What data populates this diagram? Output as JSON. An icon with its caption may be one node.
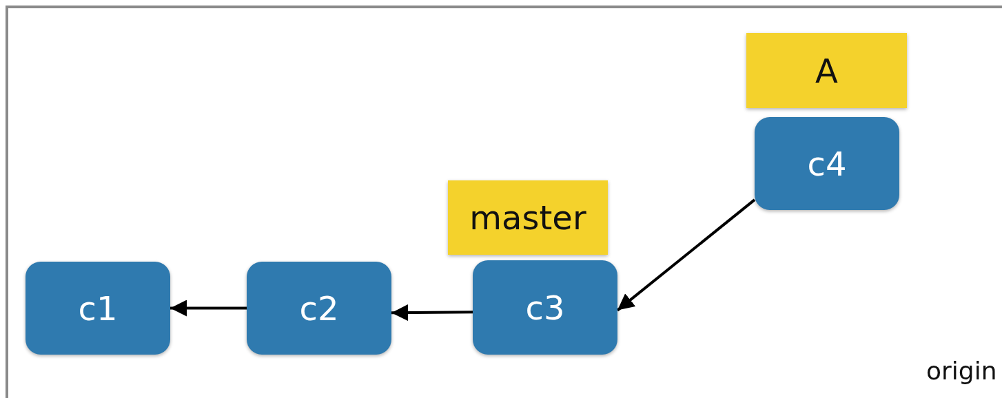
{
  "diagram": {
    "nodes": [
      {
        "text": [
          "A"
        ]
      },
      {
        "text": [
          "c4"
        ]
      },
      {
        "text": [
          "master"
        ]
      },
      {
        "text": [
          "c1"
        ]
      },
      {
        "text": [
          "c2"
        ]
      },
      {
        "text": [
          "c3"
        ]
      }
    ],
    "edges": [
      {
        "from": 4,
        "to": 3,
        "arrow": "to"
      },
      {
        "from": 5,
        "to": 4,
        "arrow": "to"
      },
      {
        "from": 1,
        "to": 5,
        "arrow": "to"
      }
    ],
    "labels": [
      "origin"
    ]
  }
}
